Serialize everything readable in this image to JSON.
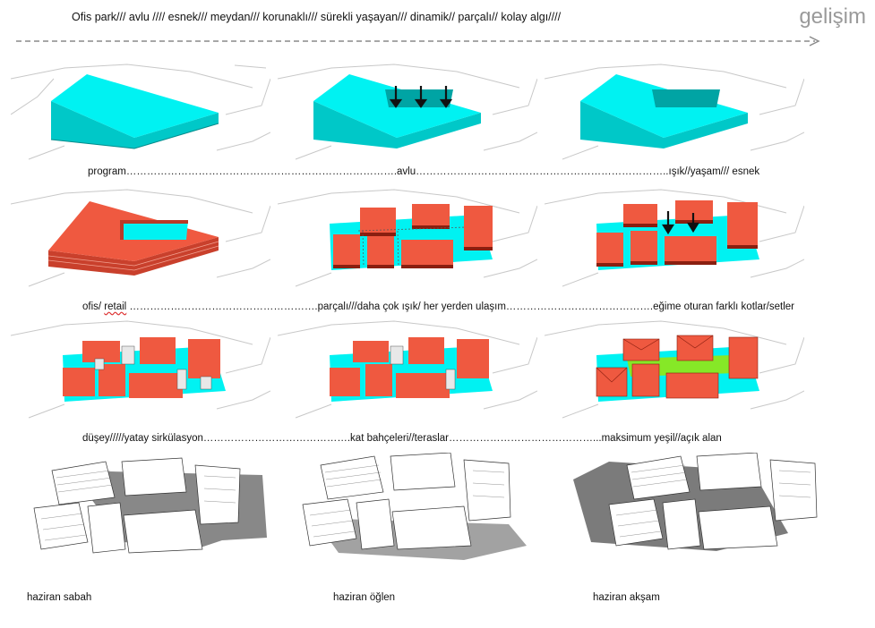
{
  "header": {
    "keywords": "Ofis park/// avlu //// esnek/// meydan/// korunaklı/// sürekli yaşayan/// dinamik// parçalı// kolay algı////"
  },
  "title": "gelişim",
  "colors": {
    "footprint": "#00f2f2",
    "building": "#ef5940",
    "green": "#86e827",
    "sitelines": "#c8c8c8",
    "arrow": "#8a8a8a"
  },
  "captions": {
    "row1": "program…………………………………………………………………….avlu………………………………………………………………..ışık//yaşam/// esnek",
    "row2_a": "ofis/",
    "row2_b": "retail",
    "row2_c": " ……………………………………………….parçalı///daha çok ışık/ her yerden ulaşım…………………………………….eğime oturan farklı kotlar/setler",
    "row3": "düşey/////yatay sirkülasyon…………………………………….kat bahçeleri//teraslar……………………………………...maksimum yeşil//açık alan",
    "shadow1": "haziran sabah",
    "shadow2": "haziran öğlen",
    "shadow3": "haziran akşam"
  }
}
